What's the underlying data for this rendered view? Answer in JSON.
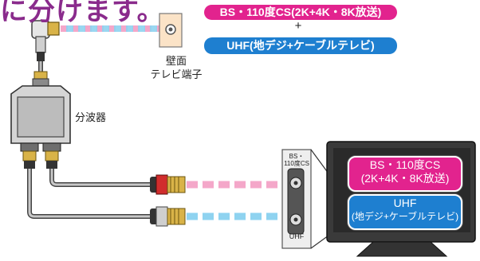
{
  "title": "に分けます。",
  "signal_top": "BS・110度CS(2K+4K・8K放送)",
  "plus": "+",
  "signal_bottom": "UHF(地デジ+ケーブルテレビ)",
  "wall_outlet": {
    "line1": "壁面",
    "line2": "テレビ端子"
  },
  "splitter_label": "分波器",
  "tv_port_bs": {
    "line1": "BS・",
    "line2": "110度CS"
  },
  "tv_port_uhf": "UHF",
  "tv_bs": {
    "line1": "BS・110度CS",
    "line2": "(2K+4K・8K放送)"
  },
  "tv_uhf": {
    "line1": "UHF",
    "line2": "(地デジ+ケーブルテレビ)"
  },
  "colors": {
    "bs": "#e2238e",
    "uhf": "#1e7fd0",
    "bs_cable_dash": "#f4a7c9",
    "uhf_cable_dash": "#8fd3f0",
    "title": "#8a2b8c"
  }
}
